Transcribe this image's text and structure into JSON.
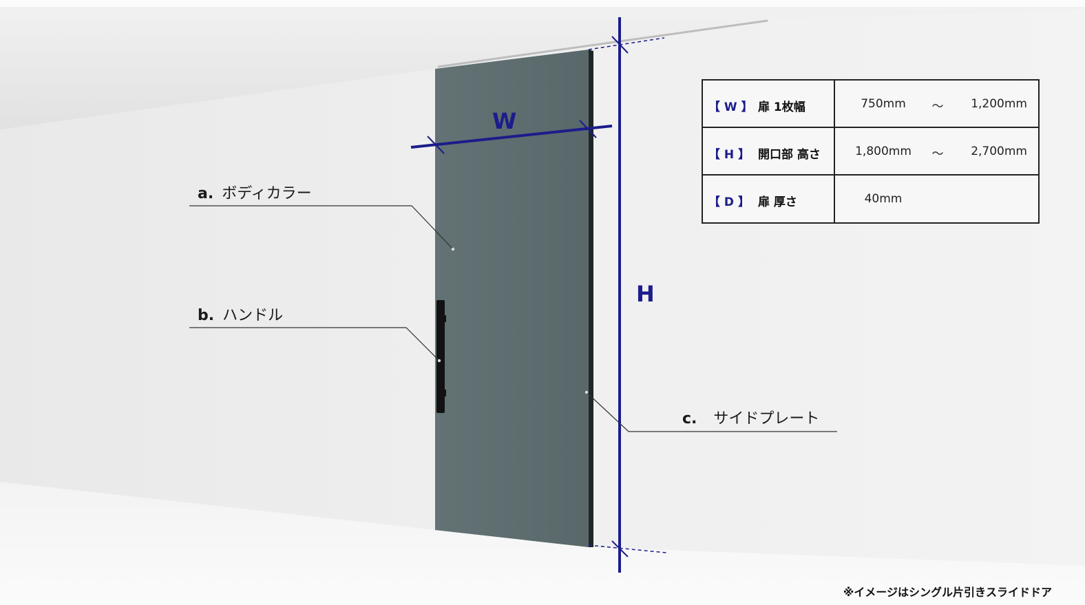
{
  "dimensions": {
    "w_label": "W",
    "h_label": "H"
  },
  "callouts": {
    "a": {
      "prefix": "a.",
      "text": "ボディカラー"
    },
    "b": {
      "prefix": "b.",
      "text": "ハンドル"
    },
    "c": {
      "prefix": "c.",
      "text": "サイドプレート"
    }
  },
  "spec_table": {
    "rows": [
      {
        "key": "【 W 】",
        "name": "扉 1枚幅",
        "min": "750mm",
        "sep": "～",
        "max": "1,200mm"
      },
      {
        "key": "【 H 】",
        "name": "開口部 高さ",
        "min": "1,800mm",
        "sep": "～",
        "max": "2,700mm"
      },
      {
        "key": "【 D 】",
        "name": "扉 厚さ",
        "min": "40mm"
      }
    ]
  },
  "note": "※イメージはシングル片引きスライドドア",
  "colors": {
    "accent": "#1c1c8c",
    "door_face": "#5f6e70",
    "door_edge": "#1f2627",
    "handle": "#121212",
    "wall": "#efefef"
  }
}
